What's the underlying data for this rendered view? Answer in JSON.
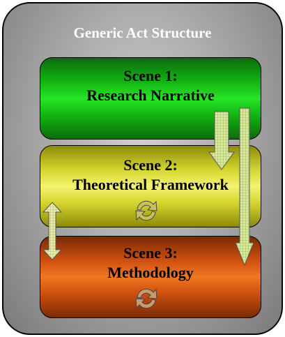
{
  "title": "Generic Act Structure",
  "scenes": [
    {
      "line1": "Scene 1:",
      "line2": "Research Narrative"
    },
    {
      "line1": "Scene 2:",
      "line2": "Theoretical Framework"
    },
    {
      "line1": "Scene 3:",
      "line2": "Methodology"
    }
  ],
  "colors": {
    "scene1": "#13b613",
    "scene2": "#e0e040",
    "scene3": "#e06418",
    "frame": "#a8a8a8"
  },
  "icons": [
    "down-arrow-icon",
    "double-headed-arrow-icon",
    "cycle-icon"
  ]
}
